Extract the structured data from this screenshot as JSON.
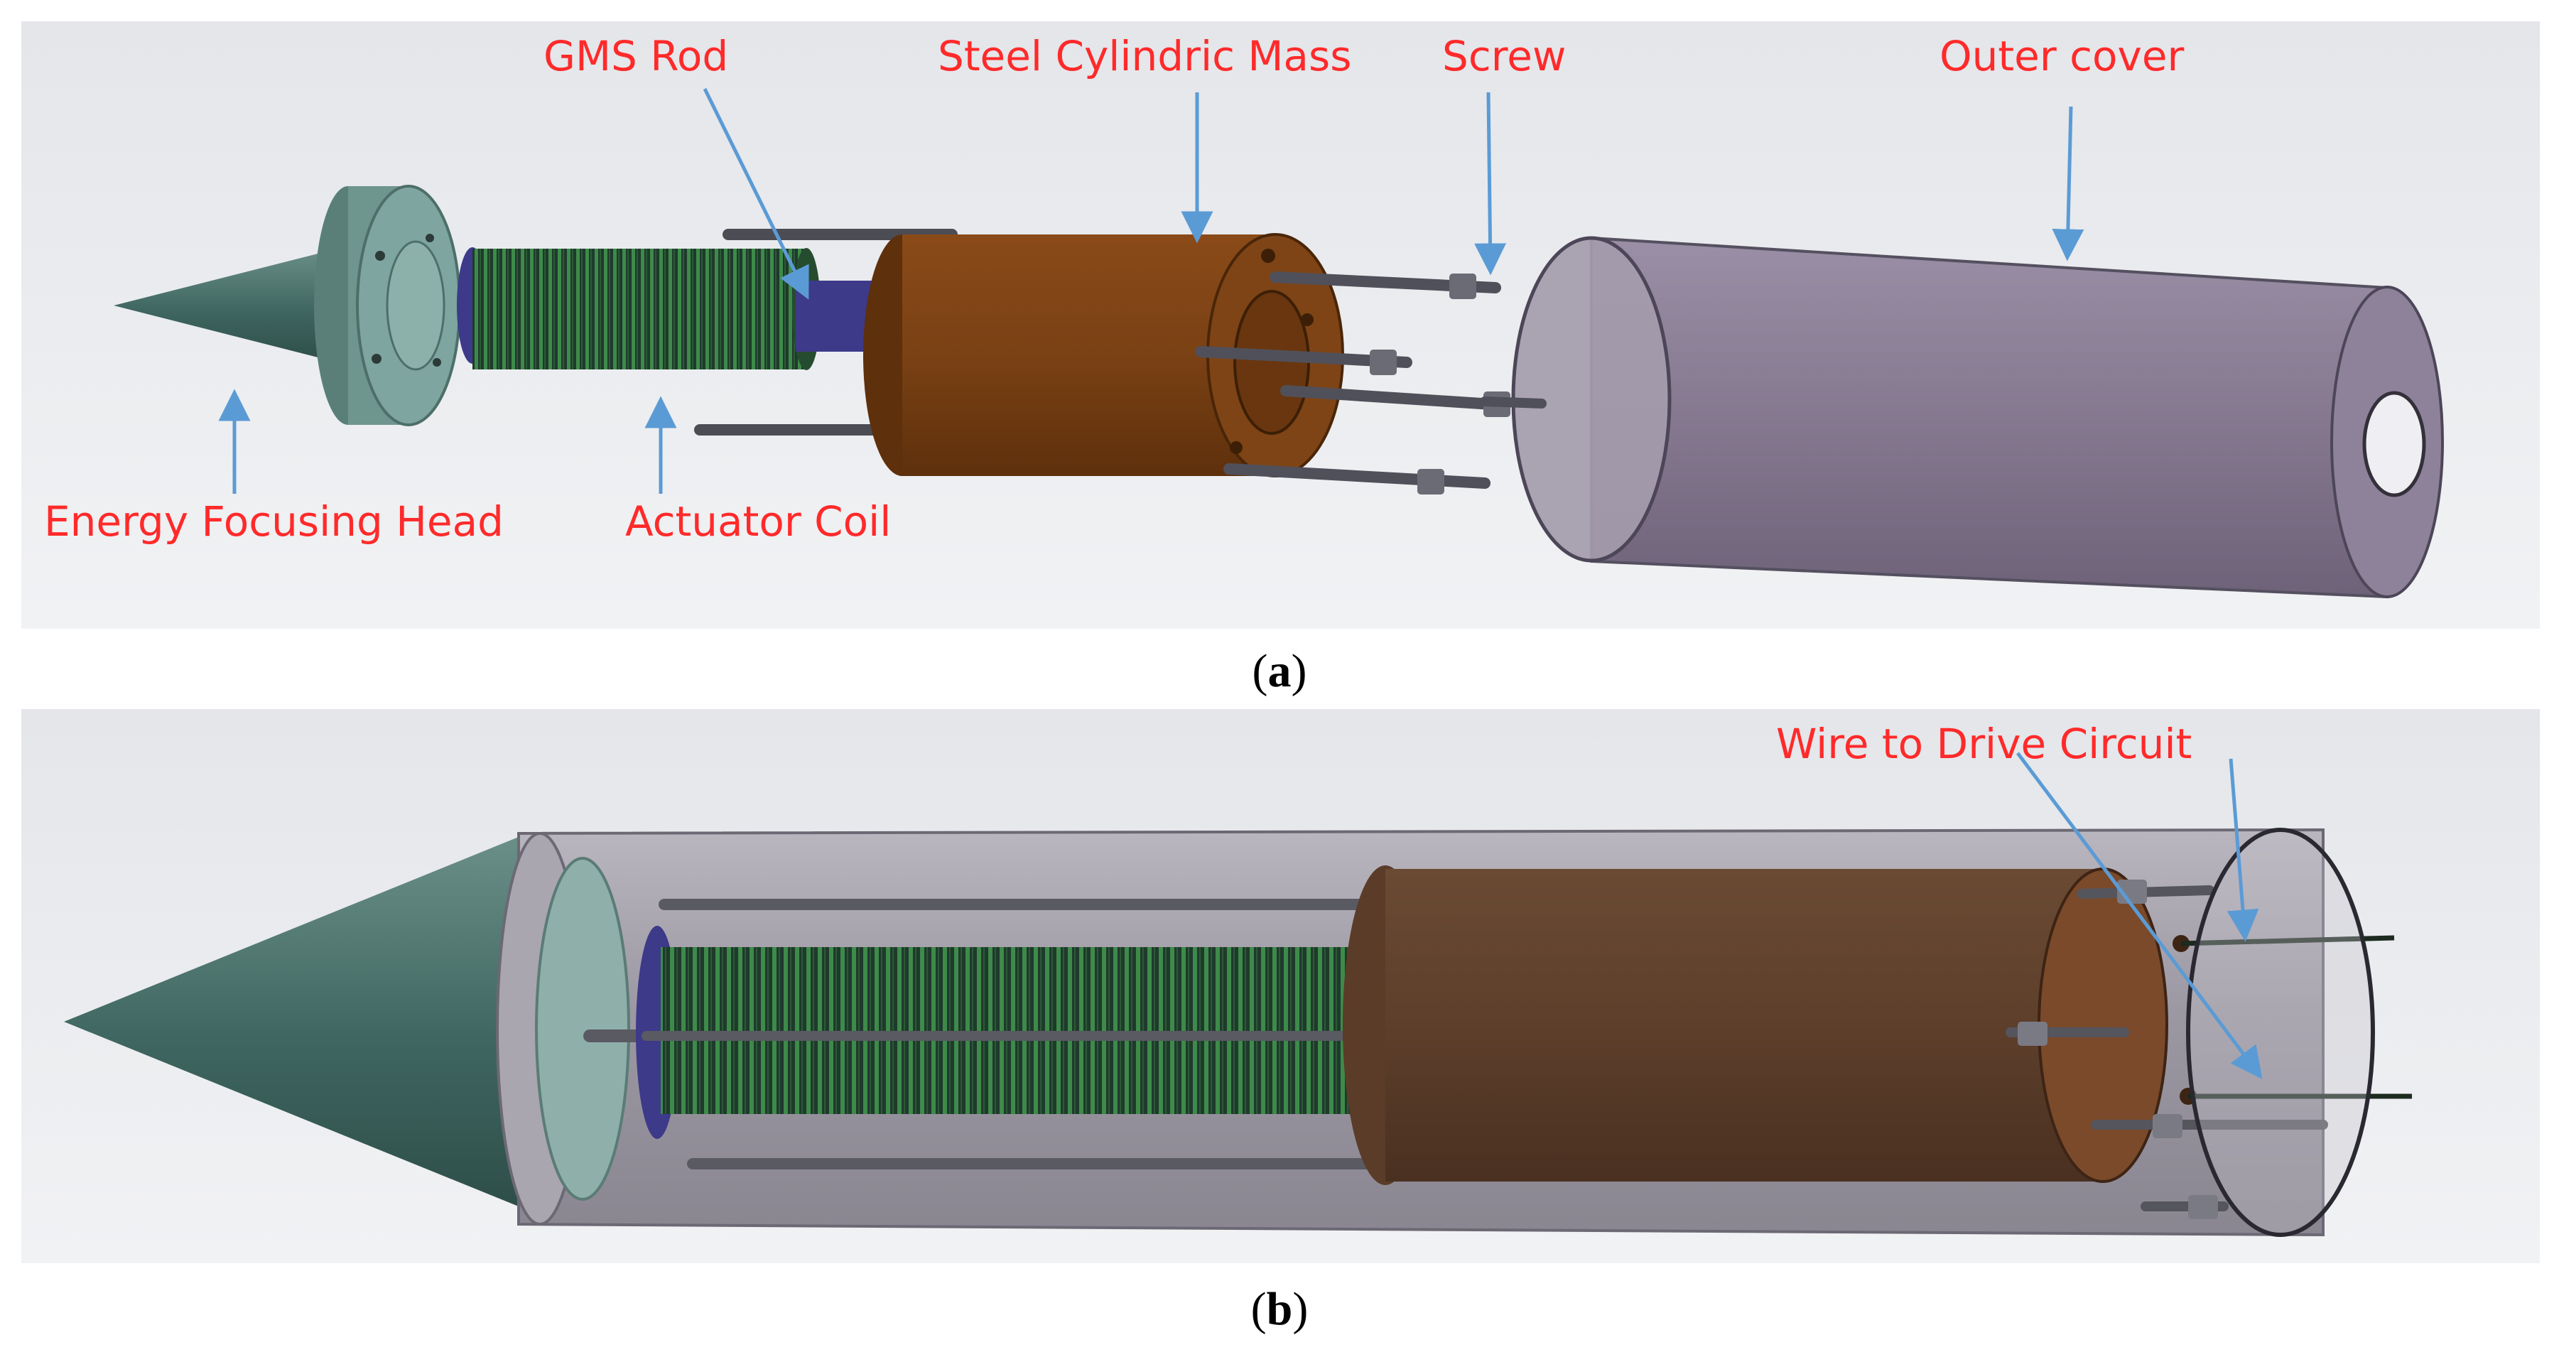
{
  "panel_a": {
    "labels": {
      "gms_rod": "GMS Rod",
      "steel_mass": "Steel Cylindric Mass",
      "screw": "Screw",
      "outer_cover": "Outer cover",
      "energy_head": "Energy Focusing Head",
      "actuator_coil": "Actuator Coil"
    },
    "caption": {
      "open": "(",
      "letter": "a",
      "close": ")"
    }
  },
  "panel_b": {
    "labels": {
      "wire": "Wire to Drive Circuit"
    },
    "caption": {
      "open": "(",
      "letter": "b",
      "close": ")"
    }
  },
  "colors": {
    "label_text": "#ff2a2a",
    "arrow": "#5b9bd5",
    "cone": "#4a7068",
    "flange": "#7aa19b",
    "coil_dark": "#1f3a2c",
    "coil_green": "#3e8a4a",
    "coil_blue": "#3d3a8a",
    "steel_mass": "#7a4114",
    "outer_cover": "#8a7e97",
    "background": "#e9ebef"
  }
}
